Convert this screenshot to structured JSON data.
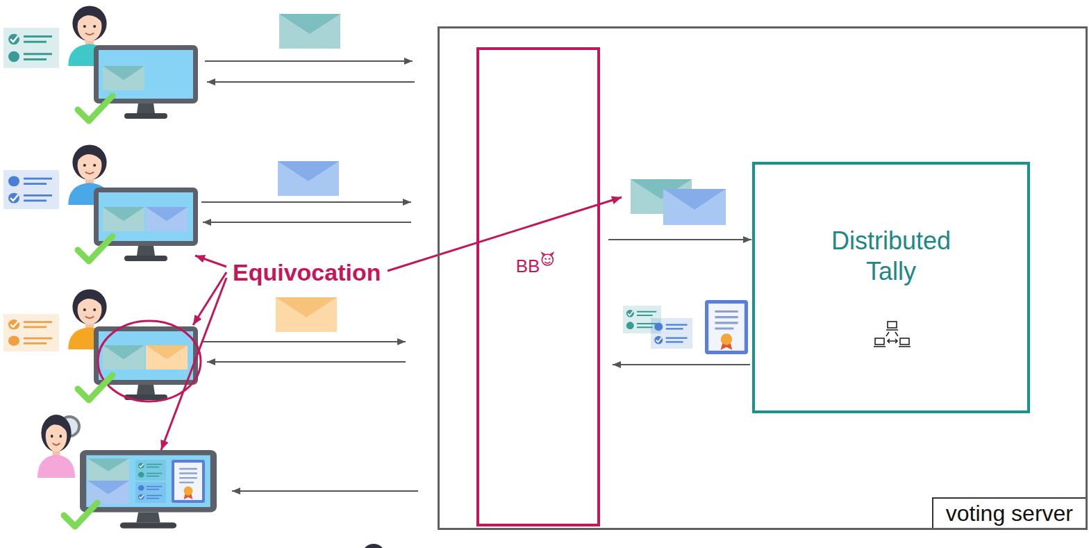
{
  "diagram": {
    "nodes": [
      {
        "text": [
          "voting server"
        ]
      },
      {
        "text": [
          "BB"
        ],
        "in": 0
      },
      {
        "text": [
          "Distributed Tally"
        ],
        "in": 0
      }
    ],
    "edges": [
      {
        "from": 1,
        "to": 2,
        "arrow": "to"
      },
      {
        "from": 2,
        "to": 1,
        "arrow": "to"
      }
    ],
    "labels": [
      "Equivocation"
    ]
  }
}
